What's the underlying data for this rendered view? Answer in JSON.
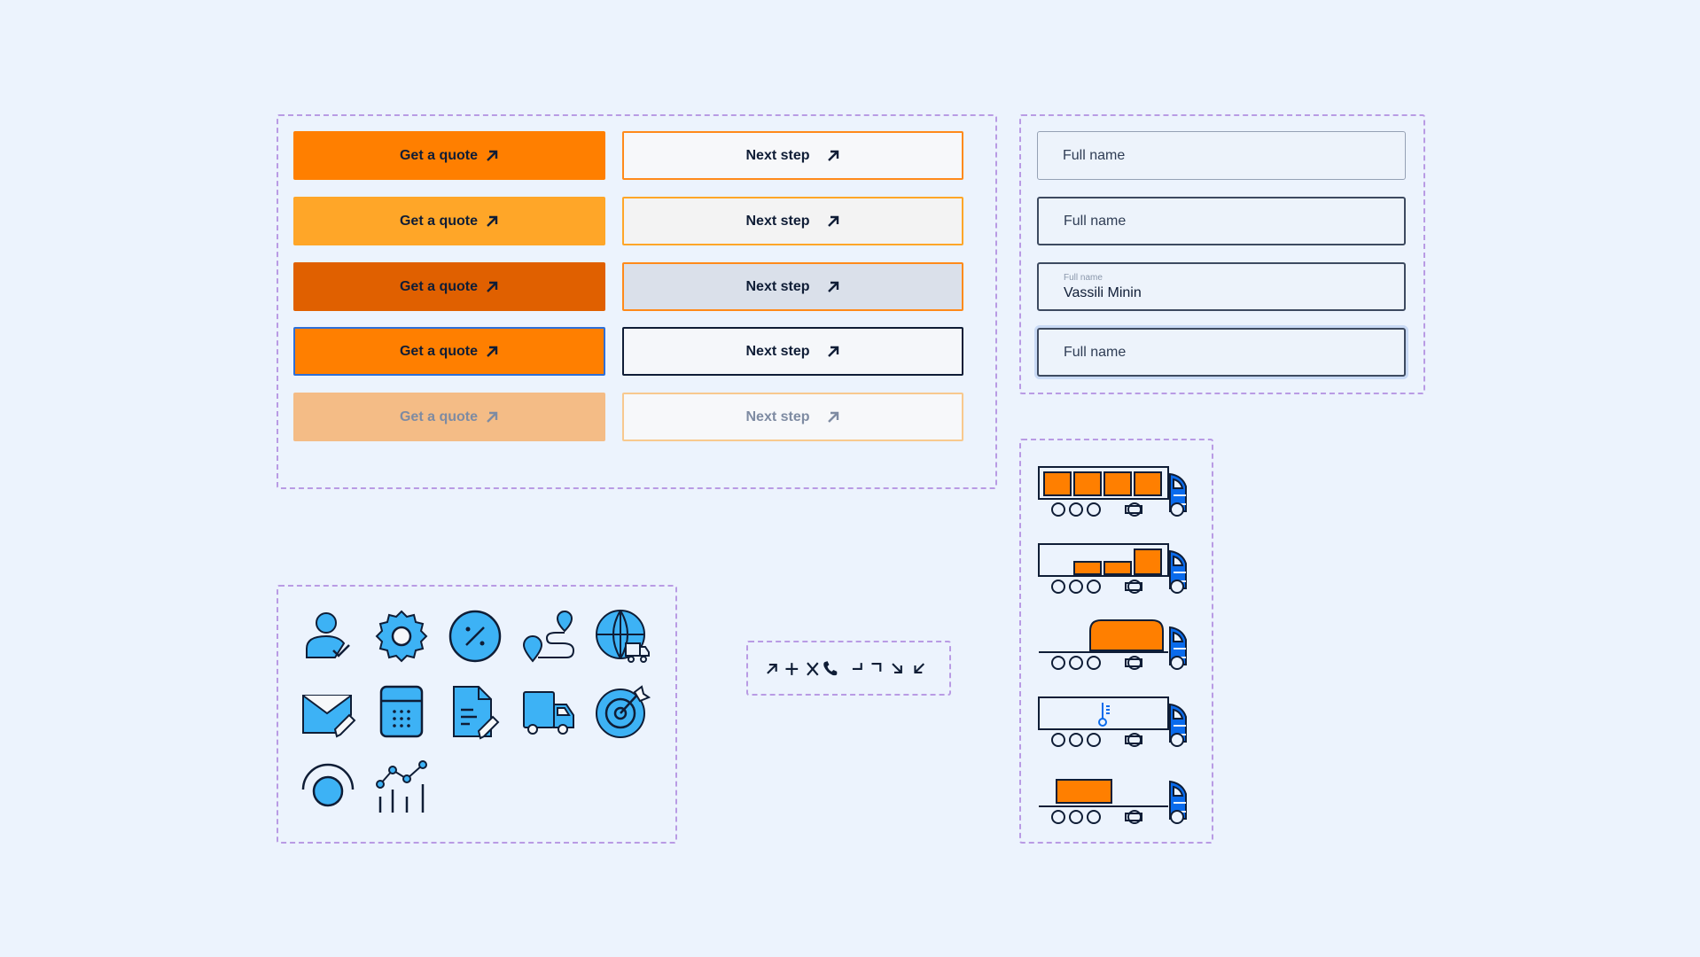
{
  "buttons": {
    "primary_label": "Get a quote",
    "secondary_label": "Next step"
  },
  "fields": {
    "placeholder": "Full name",
    "filled_label": "Full name",
    "filled_value": "Vassili Minin"
  },
  "icons": {
    "grid": [
      "user-check-icon",
      "gear-icon",
      "percent-icon",
      "route-icon",
      "globe-truck-icon",
      "envelope-edit-icon",
      "calculator-icon",
      "document-edit-icon",
      "delivery-truck-icon",
      "target-icon",
      "radar-icon",
      "analytics-icon"
    ],
    "glyphs": [
      "↗",
      "+",
      "×",
      "☎",
      "┘",
      "┐",
      "↘",
      "↙"
    ]
  },
  "colors": {
    "orange": "#ff7f00",
    "orange_hover": "#ffa628",
    "orange_active": "#e06000",
    "orange_disabled": "#f4bc86",
    "navy": "#0f1d36",
    "blue_icon": "#3db2f5",
    "truck_blue": "#0a6bec"
  },
  "trucks": [
    "full-container-truck-icon",
    "partial-load-truck-icon",
    "tanker-truck-icon",
    "refrigerated-truck-icon",
    "flatbed-truck-icon"
  ]
}
